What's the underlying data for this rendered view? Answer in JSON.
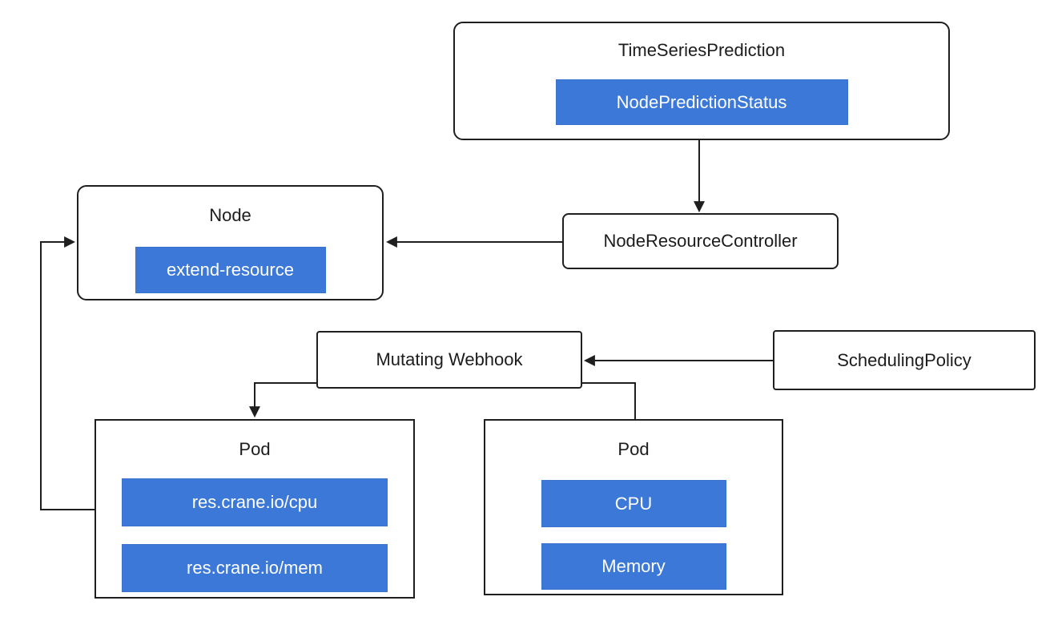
{
  "diagram": {
    "nodes": {
      "time_series_prediction": {
        "label": "TimeSeriesPrediction",
        "badge": "NodePredictionStatus"
      },
      "node": {
        "label": "Node",
        "badge": "extend-resource"
      },
      "node_resource_controller": {
        "label": "NodeResourceController"
      },
      "mutating_webhook": {
        "label": "Mutating Webhook"
      },
      "scheduling_policy": {
        "label": "SchedulingPolicy"
      },
      "pod_left": {
        "label": "Pod",
        "badges": [
          "res.crane.io/cpu",
          "res.crane.io/mem"
        ]
      },
      "pod_right": {
        "label": "Pod",
        "badges": [
          "CPU",
          "Memory"
        ]
      }
    },
    "edges": [
      {
        "from": "TimeSeriesPrediction",
        "to": "NodeResourceController",
        "arrowhead": true
      },
      {
        "from": "NodeResourceController",
        "to": "Node",
        "arrowhead": true
      },
      {
        "from": "SchedulingPolicy",
        "to": "Mutating Webhook",
        "arrowhead": true
      },
      {
        "from": "Mutating Webhook",
        "to": "Pod (left)",
        "arrowhead": true
      },
      {
        "from": "Mutating Webhook",
        "to": "Pod (right)",
        "arrowhead": false
      },
      {
        "from": "Pod (left)",
        "to": "Node",
        "arrowhead": true
      }
    ],
    "colors": {
      "badge_fill": "#3c78d8",
      "badge_text": "#ffffff",
      "box_fill": "#ffffff",
      "line": "#1f1f1f",
      "text": "#1c1c1c",
      "background": "#ffffff"
    }
  }
}
